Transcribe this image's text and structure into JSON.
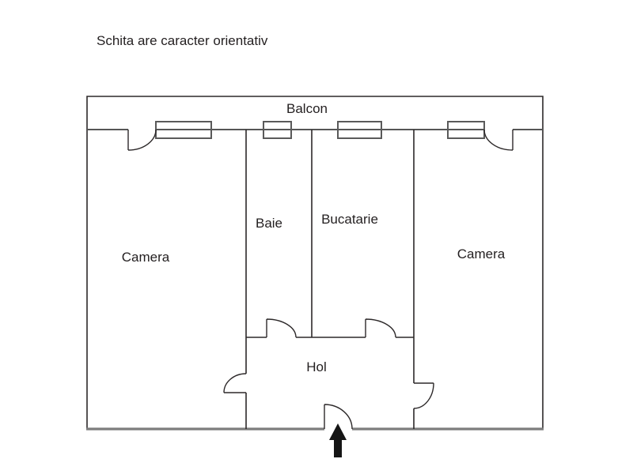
{
  "title": "Schita are caracter orientativ",
  "rooms": {
    "balcon": {
      "label": "Balcon"
    },
    "camera_left": {
      "label": "Camera"
    },
    "baie": {
      "label": "Baie"
    },
    "bucatarie": {
      "label": "Bucatarie"
    },
    "camera_right": {
      "label": "Camera"
    },
    "hol": {
      "label": "Hol"
    }
  },
  "entrance": {
    "icon": "entrance-arrow"
  },
  "colors": {
    "background": "#ffffff",
    "wall": "#2d292a",
    "balcony_wall": "#565656",
    "outer_wall_bottom": "#7d7d7d",
    "window": "#5a5a5a",
    "text": "#231f20",
    "arrow": "#151515"
  }
}
